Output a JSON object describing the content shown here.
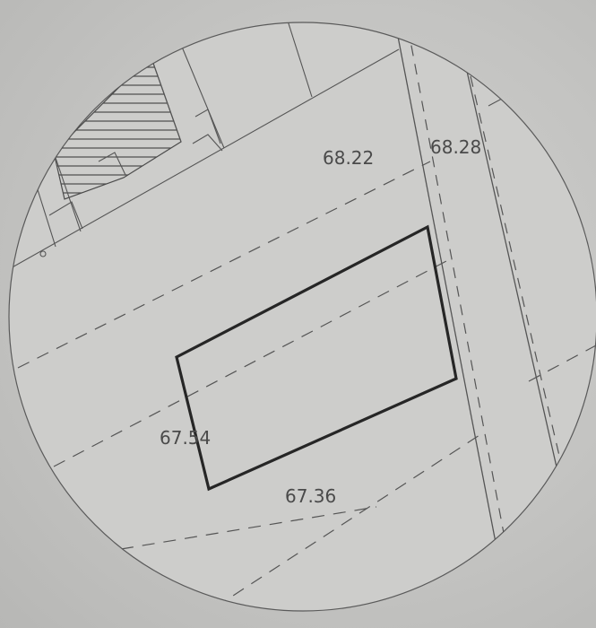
{
  "map": {
    "elevations": {
      "ne_top": "68.22",
      "ne_road": "68.28",
      "west": "67.54",
      "south": "67.36"
    }
  }
}
